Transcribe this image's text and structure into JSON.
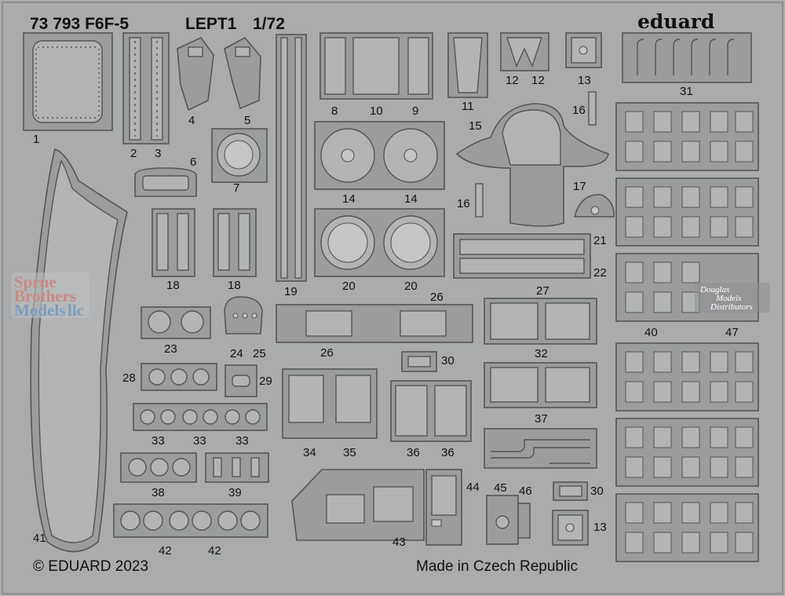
{
  "header": {
    "code": "73 793 F6F-5",
    "set": "LEPT1",
    "scale": "1/72"
  },
  "brand": "eduard",
  "footer": {
    "copyright": "© EDUARD 2023",
    "origin": "Made in Czech Republic"
  },
  "watermarks": {
    "line1": "Sprue",
    "line2": "Brothers",
    "line3": "Models",
    "line3_suffix": "llc",
    "dm1": "Douglas",
    "dm2": "Models",
    "dm3": "Distributors"
  },
  "parts": {
    "p1": "1",
    "p2": "2",
    "p3": "3",
    "p4": "4",
    "p5": "5",
    "p6": "6",
    "p7": "7",
    "p8": "8",
    "p9": "9",
    "p10": "10",
    "p11": "11",
    "p12a": "12",
    "p12b": "12",
    "p13a": "13",
    "p13b": "13",
    "p14a": "14",
    "p14b": "14",
    "p15": "15",
    "p16a": "16",
    "p16b": "16",
    "p17": "17",
    "p18a": "18",
    "p18b": "18",
    "p19": "19",
    "p20a": "20",
    "p20b": "20",
    "p21": "21",
    "p22": "22",
    "p23": "23",
    "p24": "24",
    "p25": "25",
    "p26a": "26",
    "p26b": "26",
    "p27": "27",
    "p28": "28",
    "p29": "29",
    "p30a": "30",
    "p30b": "30",
    "p31": "31",
    "p32": "32",
    "p33a": "33",
    "p33b": "33",
    "p33c": "33",
    "p34": "34",
    "p35": "35",
    "p36a": "36",
    "p36b": "36",
    "p37": "37",
    "p38": "38",
    "p39": "39",
    "p40": "40",
    "p41": "41",
    "p42a": "42",
    "p42b": "42",
    "p43": "43",
    "p44": "44",
    "p45": "45",
    "p46": "46",
    "p47": "47"
  },
  "colors": {
    "fret": "#a9abac",
    "part": "#9a9c9d",
    "outline": "#555555"
  }
}
